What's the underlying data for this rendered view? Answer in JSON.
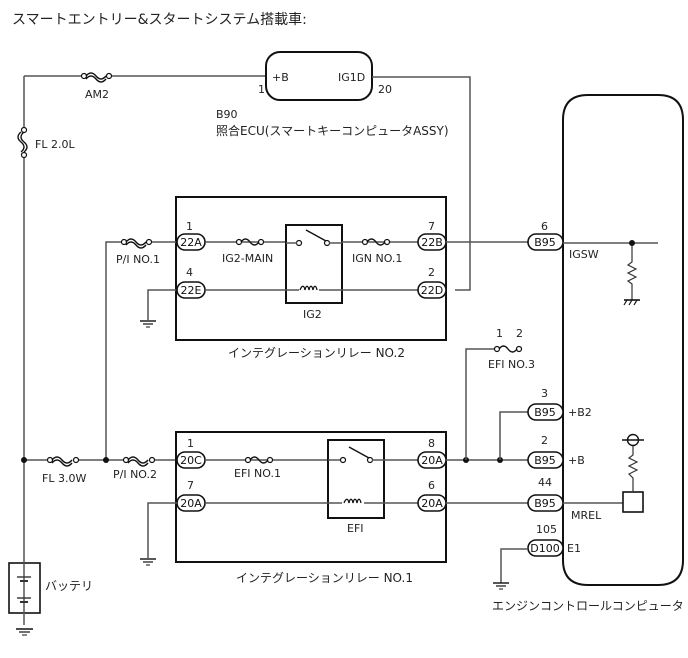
{
  "title": "スマートエントリー&スタートシステム搭載車:",
  "smart_ecu": {
    "code": "B90",
    "name": "照合ECU(スマートキーコンピュータASSY)",
    "pin_left": "+B",
    "pin_left_num": "1",
    "pin_right": "IG1D",
    "pin_right_num": "20"
  },
  "fuses": {
    "am2": "AM2",
    "fl20l": "FL 2.0L",
    "fl30w": "FL 3.0W",
    "pi_no1": "P/I NO.1",
    "pi_no2": "P/I NO.2",
    "ig2_main": "IG2-MAIN",
    "ign_no1": "IGN NO.1",
    "efi_no1": "EFI NO.1",
    "efi_no3": "EFI NO.3",
    "efi_no3_pin1": "1",
    "efi_no3_pin2": "2"
  },
  "relay2": {
    "name": "インテグレーションリレー NO.2",
    "relay_label": "IG2",
    "connectors": [
      {
        "pin": "1",
        "code": "22A"
      },
      {
        "pin": "4",
        "code": "22E"
      },
      {
        "pin": "7",
        "code": "22B"
      },
      {
        "pin": "2",
        "code": "22D"
      }
    ]
  },
  "relay1": {
    "name": "インテグレーションリレー NO.1",
    "relay_label": "EFI",
    "connectors": [
      {
        "pin": "1",
        "code": "20C"
      },
      {
        "pin": "7",
        "code": "20A"
      },
      {
        "pin": "8",
        "code": "20A"
      },
      {
        "pin": "6",
        "code": "20A"
      }
    ]
  },
  "ecm": {
    "name": "エンジンコントロールコンピュータ",
    "terminals": [
      {
        "pin": "6",
        "code": "B95",
        "signal": "IGSW"
      },
      {
        "pin": "3",
        "code": "B95",
        "signal": "+B2"
      },
      {
        "pin": "2",
        "code": "B95",
        "signal": "+B"
      },
      {
        "pin": "44",
        "code": "B95",
        "signal": "MREL"
      },
      {
        "pin": "105",
        "code": "D100",
        "signal": "E1"
      }
    ]
  },
  "battery": {
    "name": "バッテリ"
  }
}
